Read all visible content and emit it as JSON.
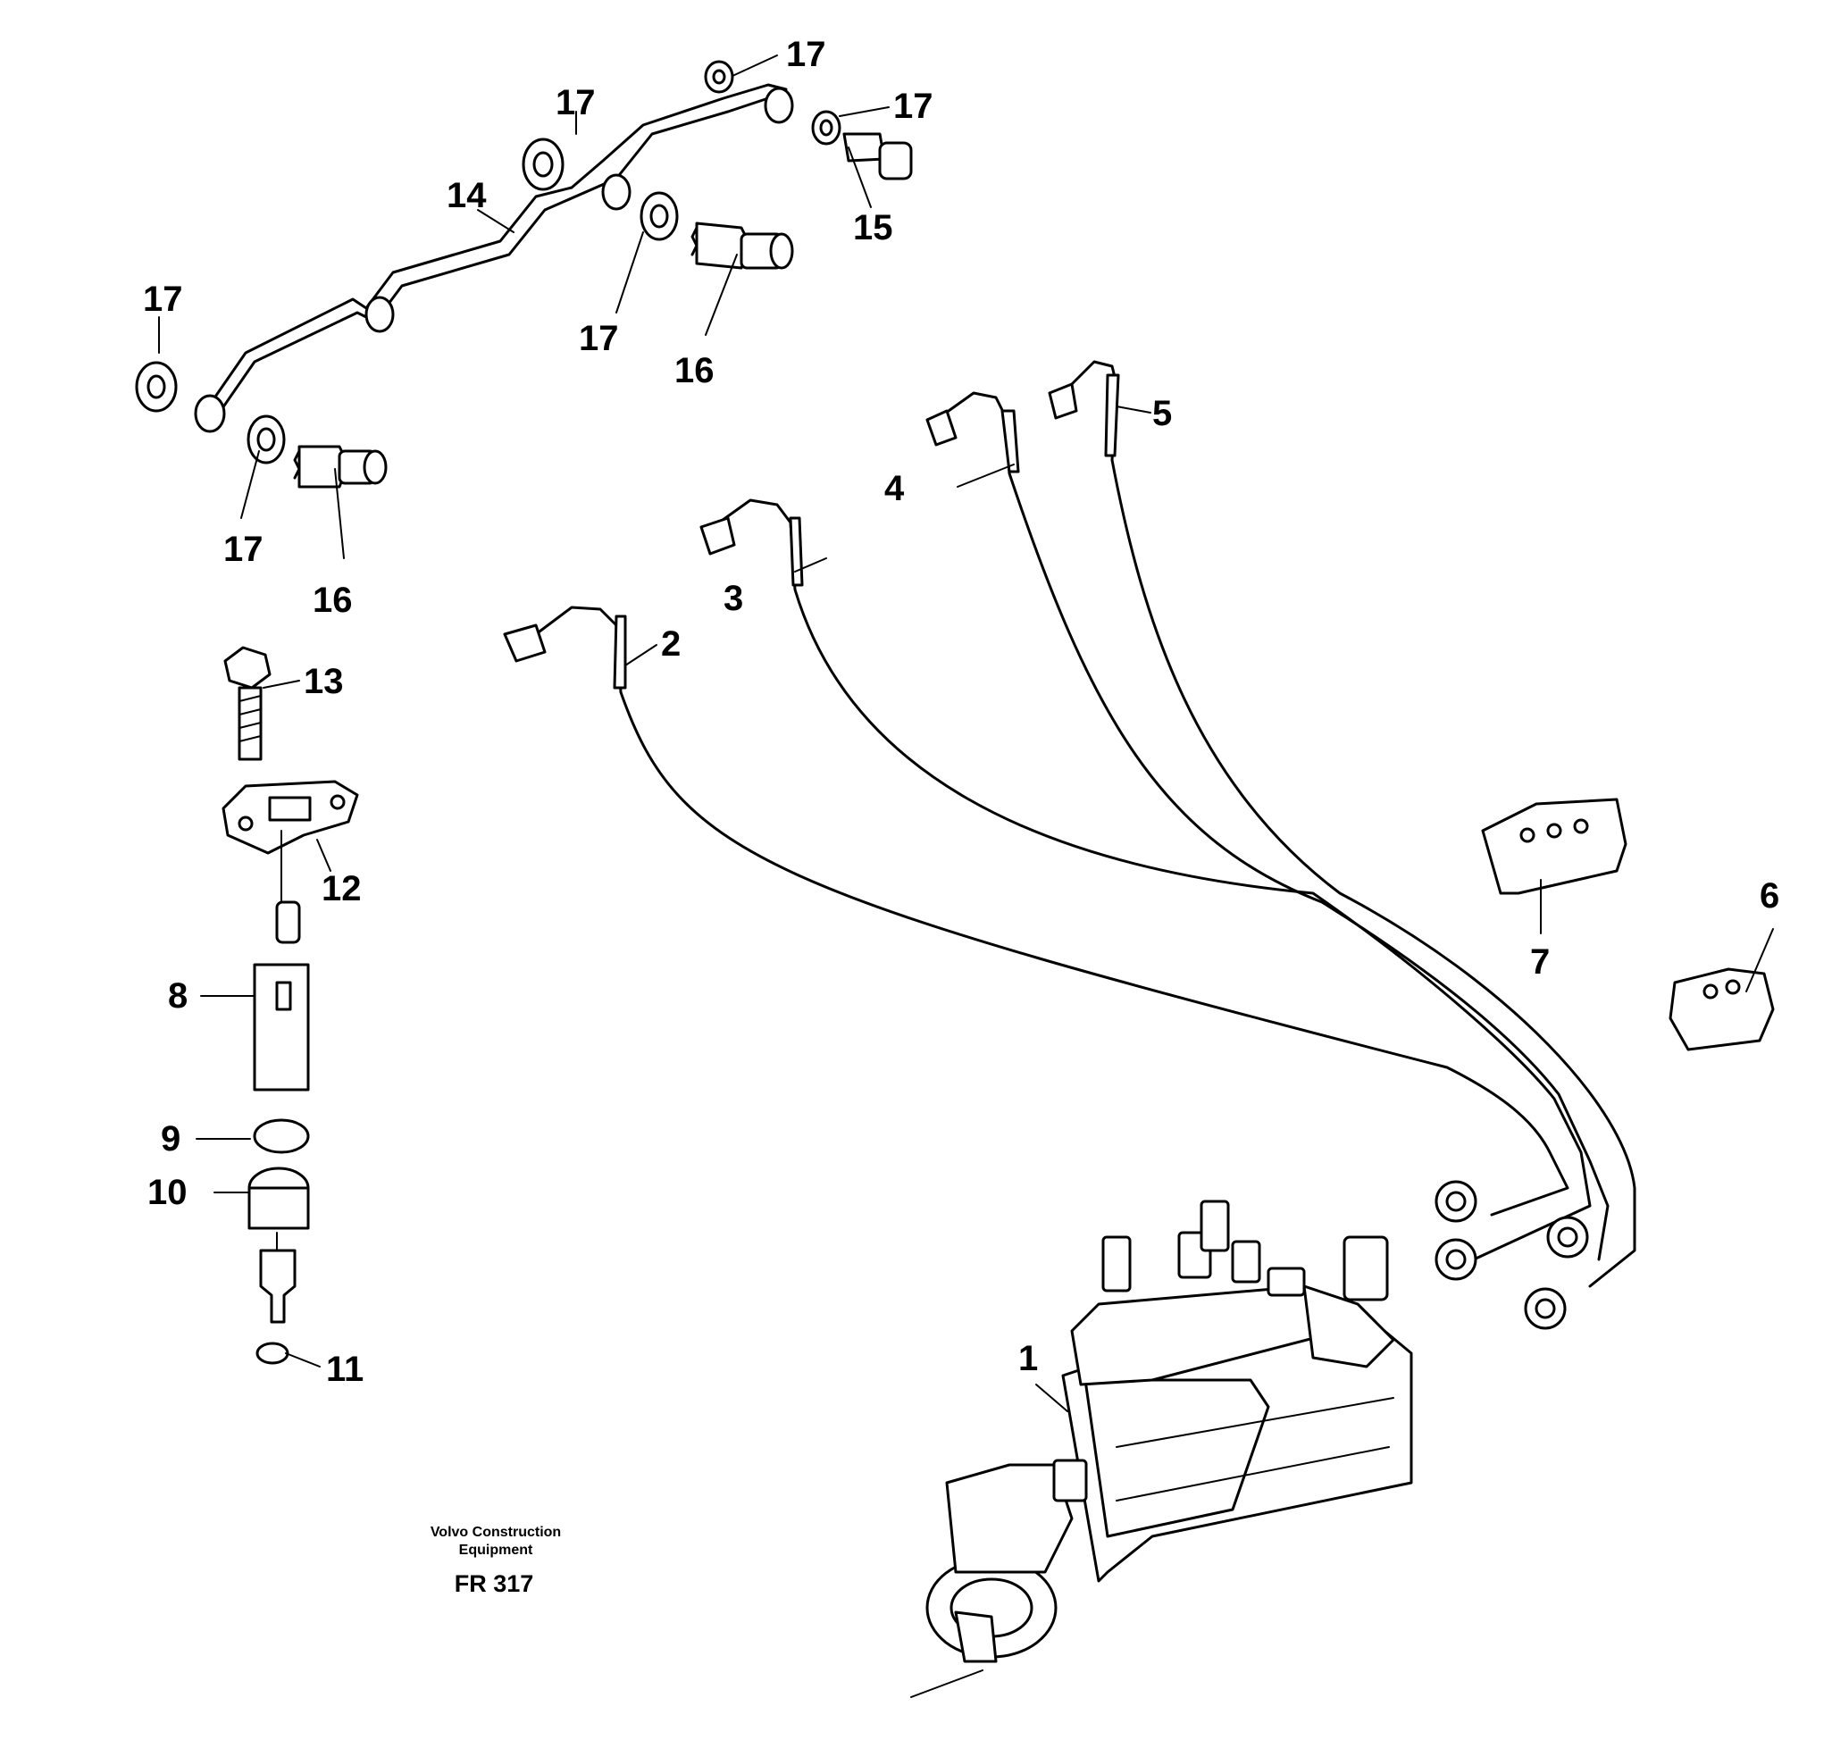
{
  "callouts": {
    "c1": "1",
    "c2": "2",
    "c3": "3",
    "c4": "4",
    "c5": "5",
    "c6": "6",
    "c7": "7",
    "c8": "8",
    "c9": "9",
    "c10": "10",
    "c11": "11",
    "c12": "12",
    "c13": "13",
    "c14": "14",
    "c15": "15",
    "c16a": "16",
    "c16b": "16",
    "c17a": "17",
    "c17b": "17",
    "c17c": "17",
    "c17d": "17",
    "c17e": "17",
    "c17f": "17"
  },
  "caption": {
    "line1": "Volvo Construction",
    "line2": "Equipment",
    "ref": "FR 317"
  }
}
